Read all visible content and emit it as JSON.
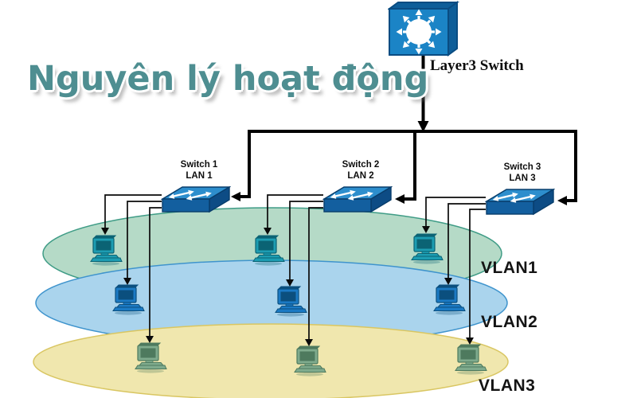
{
  "title": "Nguyên lý hoạt động",
  "core_switch": {
    "label": "Layer3 Switch"
  },
  "switches": [
    {
      "name": "Switch 1",
      "lan": "LAN 1"
    },
    {
      "name": "Switch 2",
      "lan": "LAN 2"
    },
    {
      "name": "Switch 3",
      "lan": "LAN 3"
    }
  ],
  "vlans": [
    {
      "label": "VLAN1",
      "ellipse_fill": "#b5dac7",
      "ellipse_border": "#3f9c86",
      "computer_body": "#1d9db2",
      "computer_dark": "#0b6374"
    },
    {
      "label": "VLAN2",
      "ellipse_fill": "#aad4ed",
      "ellipse_border": "#3f94cd",
      "computer_body": "#1b7ac4",
      "computer_dark": "#0b4f7e"
    },
    {
      "label": "VLAN3",
      "ellipse_fill": "#f0e7ae",
      "ellipse_border": "#d9c662",
      "computer_body": "#7fab8d",
      "computer_dark": "#4e7a5e"
    }
  ],
  "computers": [
    {
      "switch": "Switch 1",
      "vlan": "VLAN1"
    },
    {
      "switch": "Switch 1",
      "vlan": "VLAN2"
    },
    {
      "switch": "Switch 1",
      "vlan": "VLAN3"
    },
    {
      "switch": "Switch 2",
      "vlan": "VLAN1"
    },
    {
      "switch": "Switch 2",
      "vlan": "VLAN2"
    },
    {
      "switch": "Switch 2",
      "vlan": "VLAN3"
    },
    {
      "switch": "Switch 3",
      "vlan": "VLAN1"
    },
    {
      "switch": "Switch 3",
      "vlan": "VLAN2"
    },
    {
      "switch": "Switch 3",
      "vlan": "VLAN3"
    }
  ],
  "colors": {
    "title": "#4e8e91",
    "line": "#000000",
    "switch_top": "#2d8ecd",
    "switch_front": "#135f9f",
    "switch_side": "#0d4c85",
    "layer3_front": "#1b84c6",
    "layer3_side": "#0e5e99"
  }
}
